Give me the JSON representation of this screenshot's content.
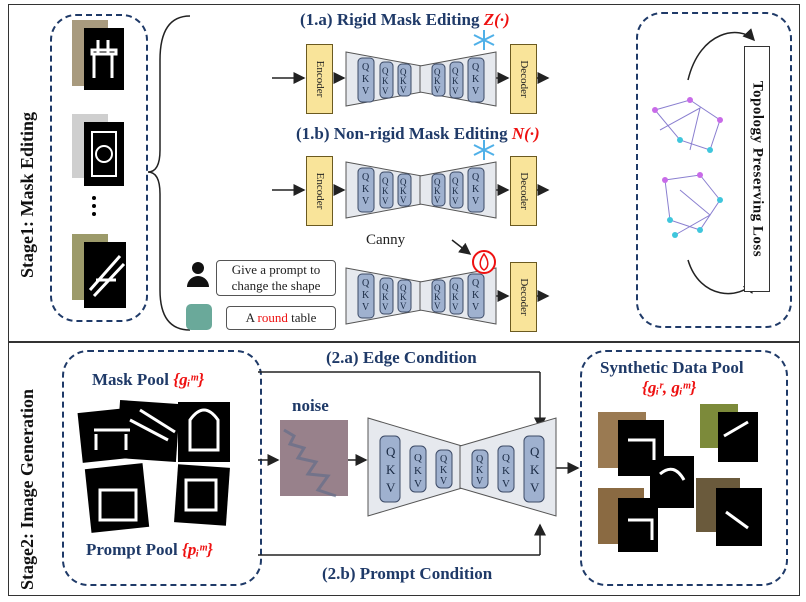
{
  "stage1": {
    "label": "Stage1: Mask Editing",
    "title_a_prefix": "(1.a) Rigid Mask Editing ",
    "title_a_fn": "Z(·)",
    "title_b_prefix": "(1.b) Non-rigid Mask Editing ",
    "title_b_fn": "N(·)",
    "encoder": "Encoder",
    "decoder": "Decoder",
    "canny": "Canny",
    "prompt_text": "Give a prompt to change the shape",
    "prompt_reply_pre": "A ",
    "prompt_reply_word": "round",
    "prompt_reply_post": " table",
    "loss_label": "Topology  Preserving  Loss"
  },
  "stage2": {
    "label": "Stage2:  Image  Generation",
    "edge_condition": "(2.a) Edge Condition",
    "prompt_condition": "(2.b) Prompt Condition",
    "mask_pool": "Mask Pool",
    "mask_pool_sym": "{gᵢᵐ}",
    "prompt_pool": "Prompt Pool",
    "prompt_pool_sym": "{pᵢᵐ}",
    "noise": "noise",
    "synthetic_pool": "Synthetic  Data Pool",
    "synthetic_sym": "{gᵢʳ, gᵢᵐ}"
  },
  "qkv": [
    "Q",
    "K",
    "V"
  ],
  "colors": {
    "navy": "#1f3a68",
    "accent": "#e11111",
    "encoder": "#f9e49a",
    "block": "#9fb1cf"
  }
}
